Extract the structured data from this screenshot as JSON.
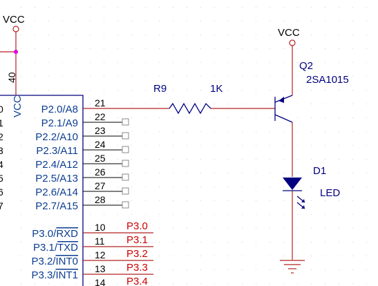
{
  "colors": {
    "wire": "#b22222",
    "component": "#000080",
    "pin_label": "#0b3d91",
    "net_label": "#cc0000",
    "junction": "#e000e0",
    "grid": "#d0d0d0"
  },
  "power": {
    "vcc_left": "VCC",
    "vcc_right": "VCC"
  },
  "mcu": {
    "vcc_pin_label": "VCC",
    "vcc_pin_number": "40",
    "left_digits": [
      "0",
      "1",
      "2",
      "3",
      "4",
      "5",
      "6",
      "7"
    ],
    "port2": [
      {
        "label": "P2.0/A8",
        "number": "21"
      },
      {
        "label": "P2.1/A9",
        "number": "22"
      },
      {
        "label": "P2.2/A10",
        "number": "23"
      },
      {
        "label": "P2.3/A11",
        "number": "24"
      },
      {
        "label": "P2.4/A12",
        "number": "25"
      },
      {
        "label": "P2.5/A13",
        "number": "26"
      },
      {
        "label": "P2.6/A14",
        "number": "27"
      },
      {
        "label": "P2.7/A15",
        "number": "28"
      }
    ],
    "port3": [
      {
        "label_prefix": "P3.0/",
        "label_over": "RXD",
        "number": "10",
        "net": "P3.0"
      },
      {
        "label_prefix": "P3.1/",
        "label_over": "TXD",
        "number": "11",
        "net": "P3.1"
      },
      {
        "label_prefix": "P3.2/",
        "label_over": "INT0",
        "number": "12",
        "net": "P3.2"
      },
      {
        "label_prefix": "P3.3/",
        "label_over": "INT1",
        "number": "13",
        "net": "P3.3"
      },
      {
        "label_prefix": "",
        "label_over": "",
        "number": "14",
        "net": "P3.4"
      }
    ]
  },
  "resistor": {
    "designator": "R9",
    "value": "1K"
  },
  "transistor": {
    "designator": "Q2",
    "part": "2SA1015"
  },
  "led": {
    "designator": "D1",
    "value": "LED"
  }
}
